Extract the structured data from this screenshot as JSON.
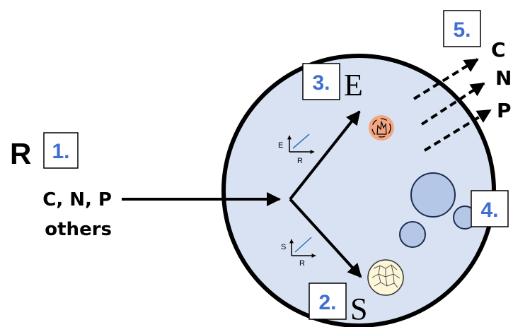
{
  "resource_label": "R",
  "inputs": {
    "line1": "C, N, P",
    "line2": "others"
  },
  "energy_label": "E",
  "storage_label": "S",
  "output_fluxes": [
    "C",
    "N",
    "P"
  ],
  "numbers": {
    "n1": "1.",
    "n2": "2.",
    "n3": "3.",
    "n4": "4.",
    "n5": "5."
  },
  "inset_e": {
    "y": "E",
    "x": "R"
  },
  "inset_s": {
    "y": "S",
    "x": "R"
  },
  "colors": {
    "cell_fill": "#d9e2f3",
    "number_text": "#3f6fd1",
    "energy_fill": "#f4a582",
    "vesicle_fill": "#b4c7e7",
    "storage_fill": "#fdf6d8"
  }
}
